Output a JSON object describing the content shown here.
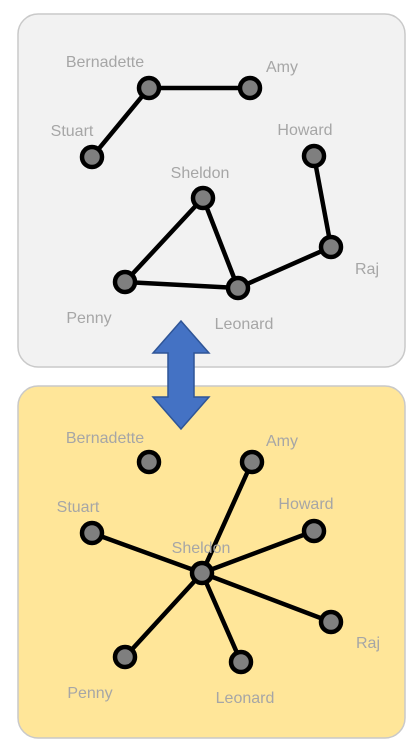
{
  "top_network": {
    "nodes": [
      {
        "id": "bernadette",
        "label": "Bernadette"
      },
      {
        "id": "amy",
        "label": "Amy"
      },
      {
        "id": "stuart",
        "label": "Stuart"
      },
      {
        "id": "howard",
        "label": "Howard"
      },
      {
        "id": "sheldon",
        "label": "Sheldon"
      },
      {
        "id": "raj",
        "label": "Raj"
      },
      {
        "id": "penny",
        "label": "Penny"
      },
      {
        "id": "leonard",
        "label": "Leonard"
      }
    ],
    "edges": [
      [
        "bernadette",
        "amy"
      ],
      [
        "bernadette",
        "stuart"
      ],
      [
        "sheldon",
        "penny"
      ],
      [
        "sheldon",
        "leonard"
      ],
      [
        "penny",
        "leonard"
      ],
      [
        "leonard",
        "raj"
      ],
      [
        "raj",
        "howard"
      ]
    ]
  },
  "bottom_network": {
    "nodes": [
      {
        "id": "bernadette",
        "label": "Bernadette"
      },
      {
        "id": "amy",
        "label": "Amy"
      },
      {
        "id": "stuart",
        "label": "Stuart"
      },
      {
        "id": "howard",
        "label": "Howard"
      },
      {
        "id": "sheldon",
        "label": "Sheldon"
      },
      {
        "id": "raj",
        "label": "Raj"
      },
      {
        "id": "penny",
        "label": "Penny"
      },
      {
        "id": "leonard",
        "label": "Leonard"
      }
    ],
    "edges": [
      [
        "sheldon",
        "amy"
      ],
      [
        "sheldon",
        "stuart"
      ],
      [
        "sheldon",
        "howard"
      ],
      [
        "sheldon",
        "raj"
      ],
      [
        "sheldon",
        "penny"
      ],
      [
        "sheldon",
        "leonard"
      ]
    ]
  },
  "colors": {
    "top_panel": "#f2f2f2",
    "bottom_panel": "#ffe699",
    "node_fill": "#7f7f7f",
    "edge": "#000000",
    "label": "#a6a6a6",
    "arrow": "#4472c4"
  },
  "icons": {
    "transition": "double-headed-arrow-icon"
  }
}
